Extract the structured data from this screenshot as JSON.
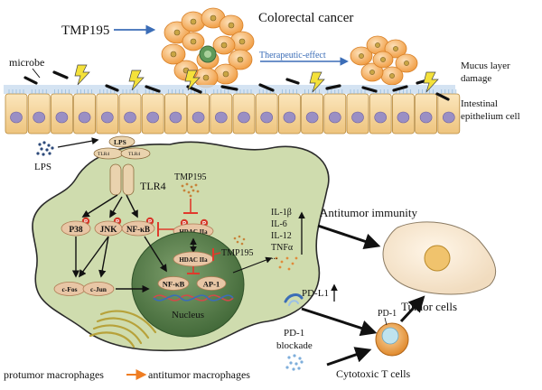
{
  "labels": {
    "tmp195_top": "TMP195",
    "colorectal_cancer": "Colorectal cancer",
    "therapeutic_effect": "Therapeutic-effect",
    "microbe": "microbe",
    "mucus_damage_1": "Mucus layer",
    "mucus_damage_2": "damage",
    "intestinal_1": "Intestinal",
    "intestinal_2": "epithelium cell",
    "lps_out": "LPS",
    "lps_receptor": "LPS",
    "tlr4_a": "TLR4",
    "tlr4_b": "TLR4",
    "tlr4": "TLR4",
    "tmp195_drug": "TMP195",
    "tmp195_nuc": "TMP195",
    "p38": "P38",
    "jnk": "JNK",
    "nfkb_cyto": "NF-κB",
    "hdac_cyto": "HDAC IIa",
    "hdac_nuc": "HDAC IIa",
    "cfos": "c-Fos",
    "cjun": "c-Jun",
    "nfkb_nuc": "NF-κB",
    "ap1": "AP-1",
    "nucleus": "Nucleus",
    "il1b": "IL-1β",
    "il6": "IL-6",
    "il12": "IL-12",
    "tnfa": "TNFα",
    "dots": "...",
    "antitumor_immunity": "Antitumor immunity",
    "pdl1": "PD-L1",
    "tumor_cells": "Tumor cells",
    "pd1": "PD-1",
    "pd1_blockade_1": "PD-1",
    "pd1_blockade_2": "blockade",
    "cytotoxic": "Cytotoxic T cells",
    "protumor": "protumor macrophages",
    "antitumor_mac": "antitumor macrophages",
    "p_symbol": "P"
  },
  "colors": {
    "macrophage_fill": "#cfdcae",
    "macrophage_stroke": "#2b2b2b",
    "nucleus_fill": "#4f7a44",
    "epithelium": "#f0c988",
    "epithelium_stroke": "#b88a3c",
    "cell_nucleus": "#9a8fc4",
    "pill_fill": "#e8c6a5",
    "pill_stroke": "#b07c55",
    "phospho": "#d63a2a",
    "inhibit": "#e03a2c",
    "tumor_orange": "#f3a04a",
    "blue_arrow": "#3b6db7",
    "orange_arrow": "#ef7d22",
    "lightning": "#f4e13a"
  }
}
